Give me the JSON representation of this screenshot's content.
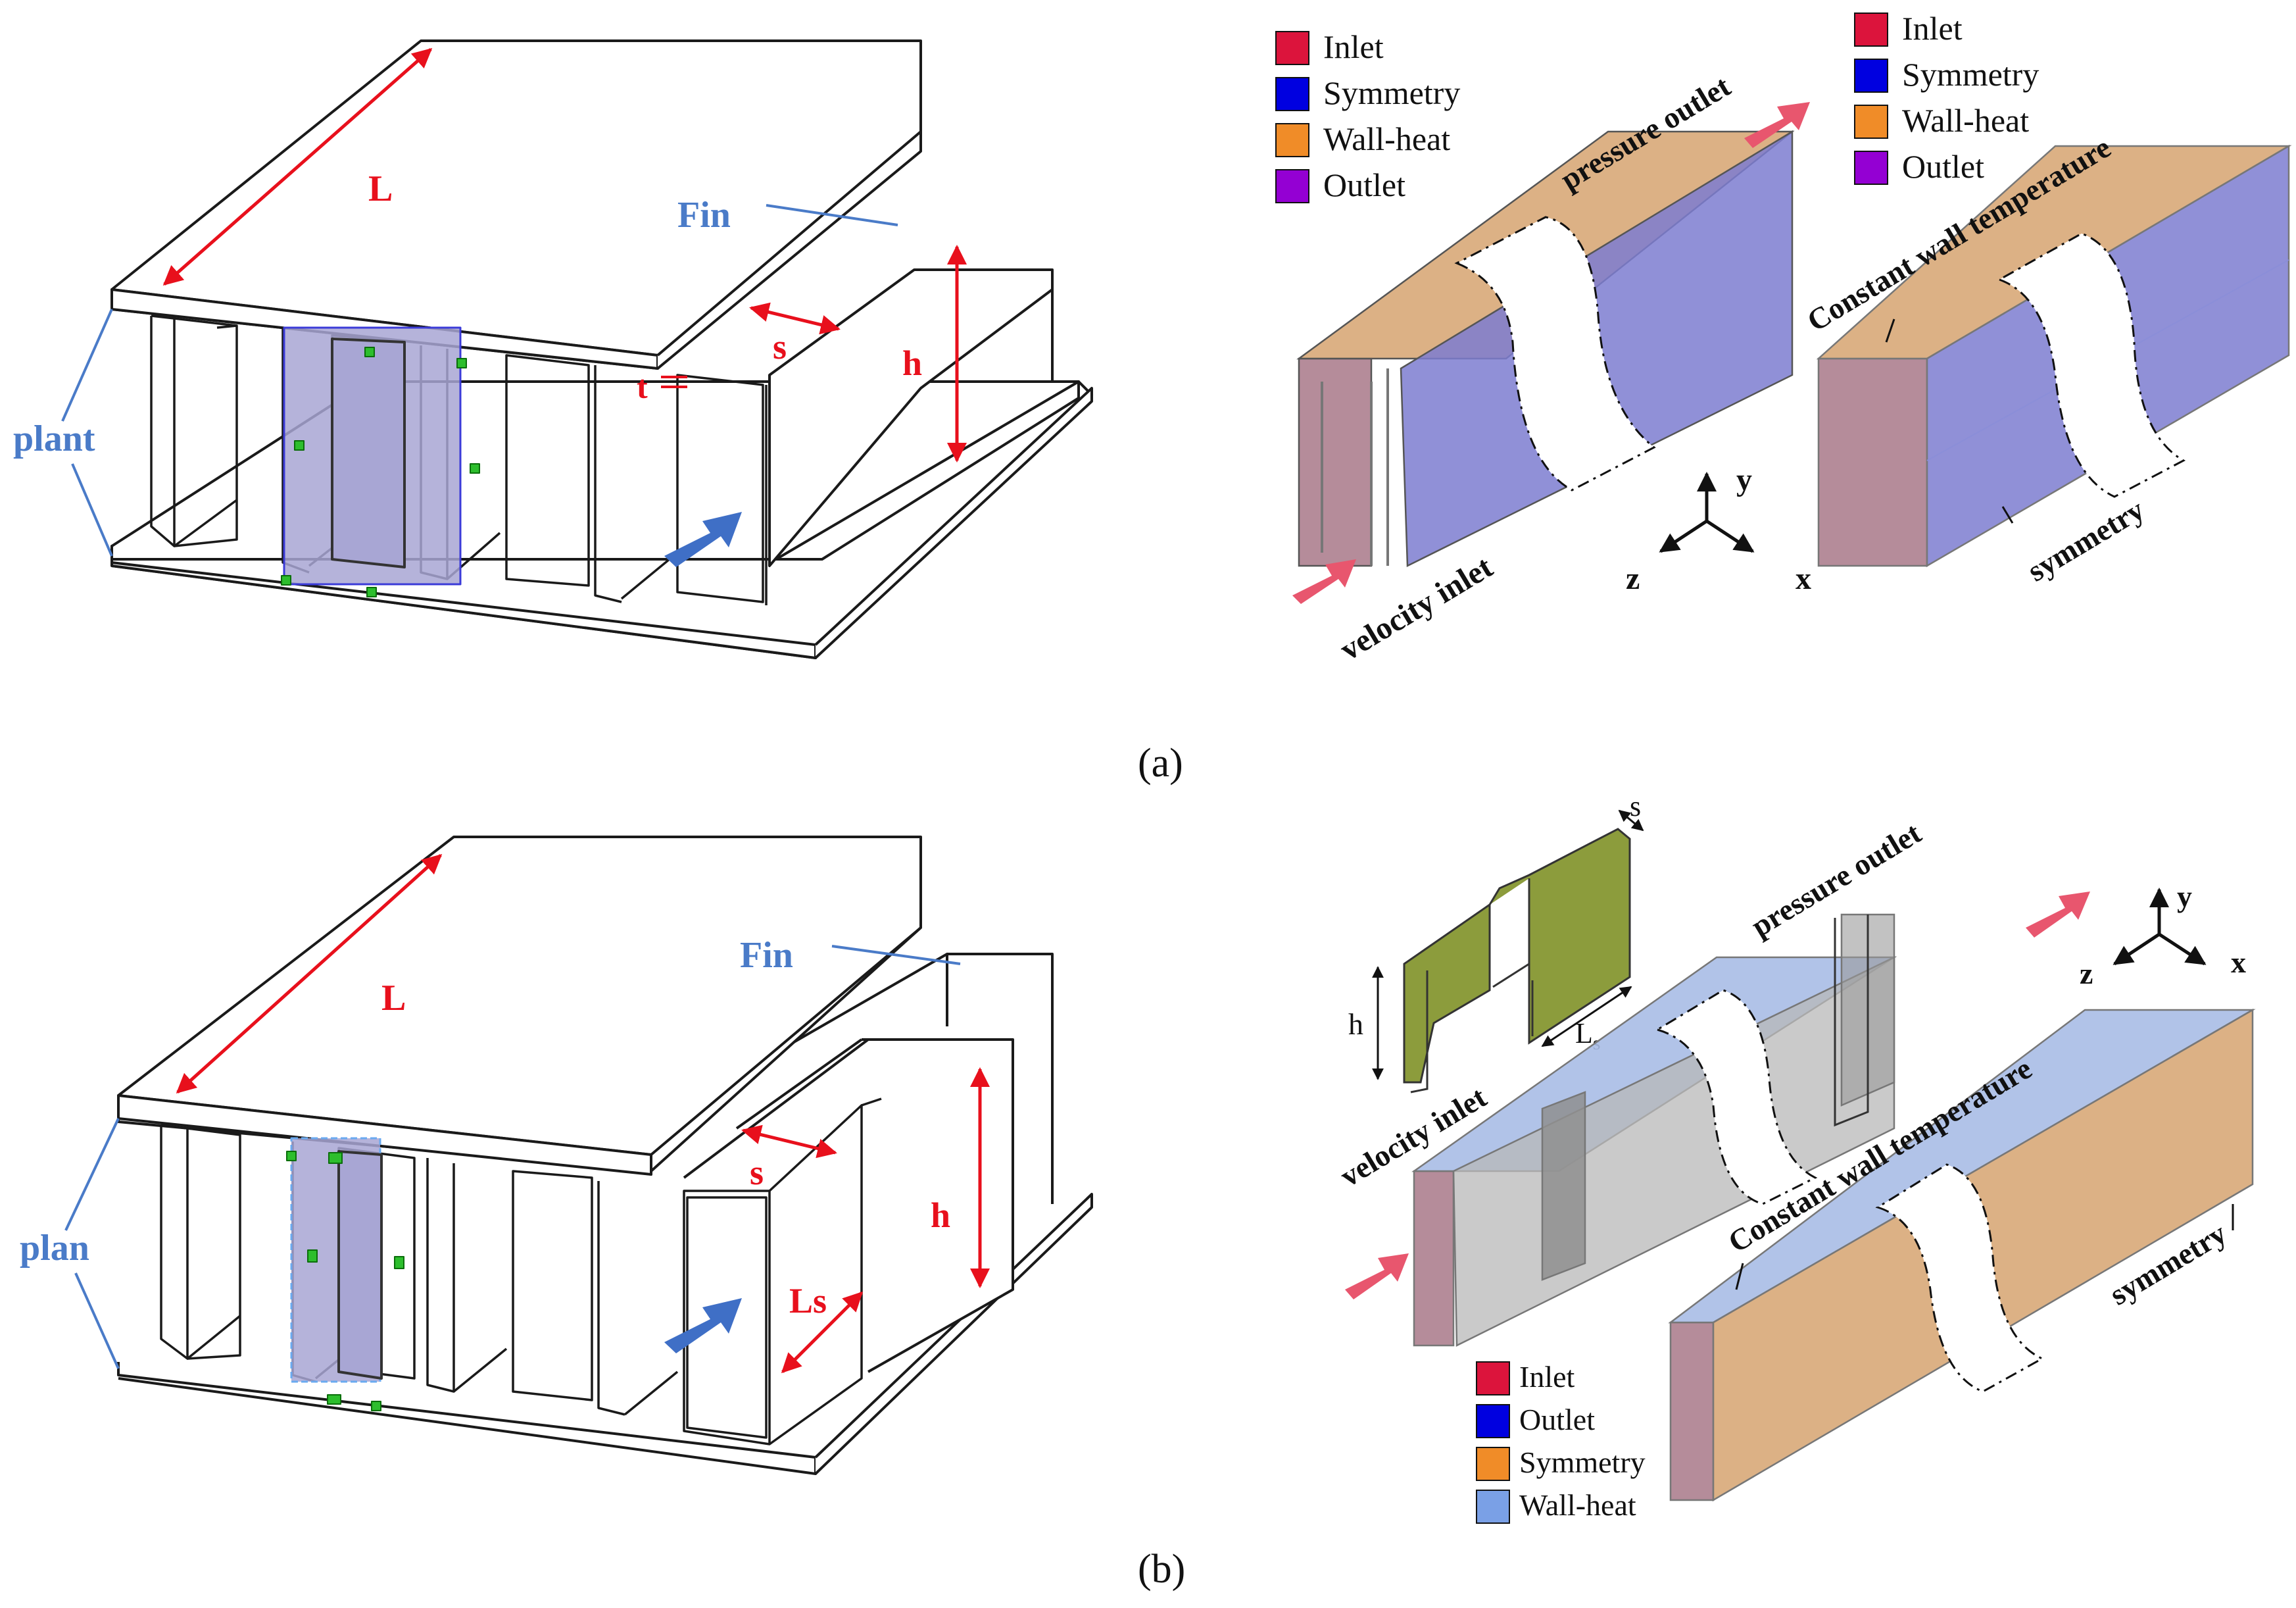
{
  "panel_a": {
    "caption": "(a)",
    "labels": {
      "L": "L",
      "fin": "Fin",
      "s": "s",
      "h": "h",
      "t": "t",
      "plant": "plant"
    },
    "legend_1": [
      {
        "label": "Inlet",
        "color": "#dc143c"
      },
      {
        "label": "Symmetry",
        "color": "#0000e0"
      },
      {
        "label": "Wall-heat",
        "color": "#f08c28"
      },
      {
        "label": "Outlet",
        "color": "#9400d3"
      }
    ],
    "legend_2": [
      {
        "label": "Inlet",
        "color": "#dc143c"
      },
      {
        "label": "Symmetry",
        "color": "#0000e0"
      },
      {
        "label": "Wall-heat",
        "color": "#f08c28"
      },
      {
        "label": "Outlet",
        "color": "#9400d3"
      }
    ],
    "domain": {
      "pressure_outlet": "pressure outlet",
      "velocity_inlet": "velocity inlet",
      "constant_wall_temperature": "Constant wall temperature",
      "symmetry": "symmetry"
    },
    "axes": {
      "x": "x",
      "y": "y",
      "z": "z"
    }
  },
  "panel_b": {
    "caption": "(b)",
    "labels": {
      "L": "L",
      "fin": "Fin",
      "s": "s",
      "h": "h",
      "ls": "Ls",
      "plan": "plan"
    },
    "fin_detail": {
      "s": "s",
      "h": "h",
      "ls_main": "L",
      "ls_sub": "s"
    },
    "legend": [
      {
        "label": "Inlet",
        "color": "#dc143c"
      },
      {
        "label": "Outlet",
        "color": "#0000e0"
      },
      {
        "label": "Symmetry",
        "color": "#f08c28"
      },
      {
        "label": "Wall-heat",
        "color": "#7aa0e6"
      }
    ],
    "domain": {
      "pressure_outlet": "pressure outlet",
      "velocity_inlet": "velocity inlet",
      "constant_wall_temperature": "Constant wall temperature",
      "symmetry": "symmetry"
    },
    "axes": {
      "x": "x",
      "y": "y",
      "z": "z"
    }
  },
  "colors": {
    "dimension_red": "#e8101c",
    "label_blue": "#4a7bc8",
    "arrow_blue": "#3f6fc6",
    "arrow_pink": "#e8566e",
    "selection_fill": "#a8a6d4",
    "handle_green": "#2dbe2d",
    "wall_heat_tan": "#d8a878",
    "symmetry_violet": "#7c7cd0",
    "inlet_mauve": "#a87888",
    "fin_green": "#8c9c3c"
  }
}
